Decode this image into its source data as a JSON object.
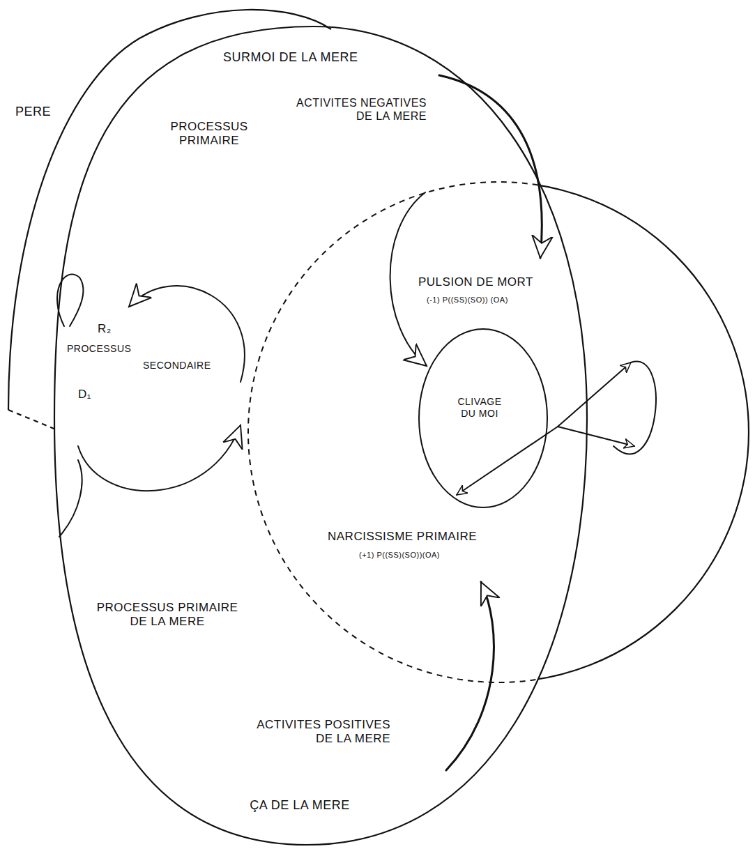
{
  "diagram": {
    "nodes": [
      {
        "text": [
          "PERE"
        ]
      },
      {
        "text": [
          "SURMOI DE LA MERE",
          "PROCESSUS PRIMAIRE",
          "PROCESSUS PRIMAIRE DE LA MERE",
          "ÇA DE LA MERE"
        ]
      },
      {
        "text": [
          "PULSION DE MORT",
          "(-1) P((SS)(SO)) (OA)",
          "NARCISSISME PRIMAIRE",
          "(+1) P((SS)(SO))(OA)"
        ],
        "in": 1
      },
      {
        "text": [
          "CLIVAGE DU MOI"
        ],
        "in": 2
      }
    ],
    "labels": [
      "ACTIVITES NEGATIVES DE LA MERE",
      "R₂",
      "PROCESSUS",
      "SECONDAIRE",
      "D₁",
      "ACTIVITES POSITIVES DE LA MERE"
    ]
  }
}
